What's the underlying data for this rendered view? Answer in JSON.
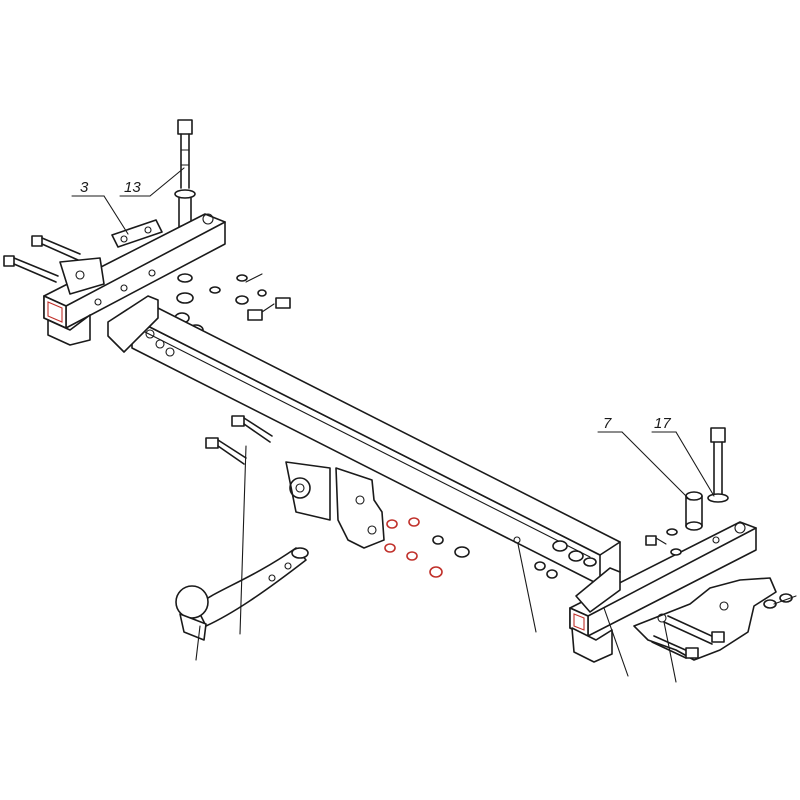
{
  "callouts": [
    {
      "id": "callout-3",
      "label": "3"
    },
    {
      "id": "callout-13",
      "label": "13"
    },
    {
      "id": "callout-7",
      "label": "7"
    },
    {
      "id": "callout-17",
      "label": "17"
    }
  ],
  "colors": {
    "line": "#1a1a1a",
    "accent": "#c0302a",
    "background": "#ffffff"
  }
}
